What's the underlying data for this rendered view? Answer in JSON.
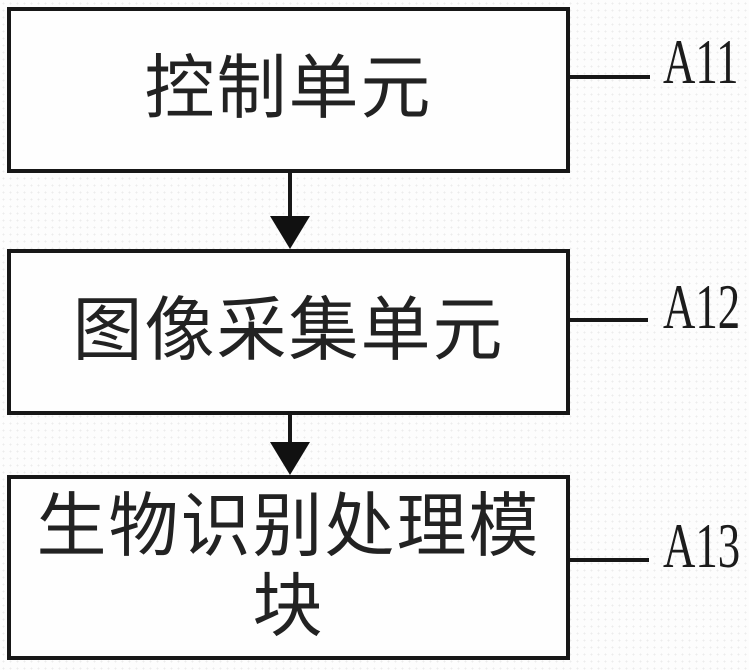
{
  "figure": {
    "type": "block-diagram",
    "boxes": [
      {
        "id": "control-unit",
        "label": "控制单元",
        "ref": "A11"
      },
      {
        "id": "image-acquisition-unit",
        "label": "图像采集单元",
        "ref": "A12"
      },
      {
        "id": "biometric-processing-module",
        "label": "生物识别处理模块",
        "ref": "A13"
      }
    ],
    "connections": [
      {
        "from": "control-unit",
        "to": "image-acquisition-unit",
        "style": "arrow-down"
      },
      {
        "from": "image-acquisition-unit",
        "to": "biometric-processing-module",
        "style": "arrow-down"
      }
    ],
    "colors": {
      "line": "#171717",
      "text": "#222222",
      "ref_text": "#1c1c1c",
      "background": "#fdfdfd"
    }
  }
}
